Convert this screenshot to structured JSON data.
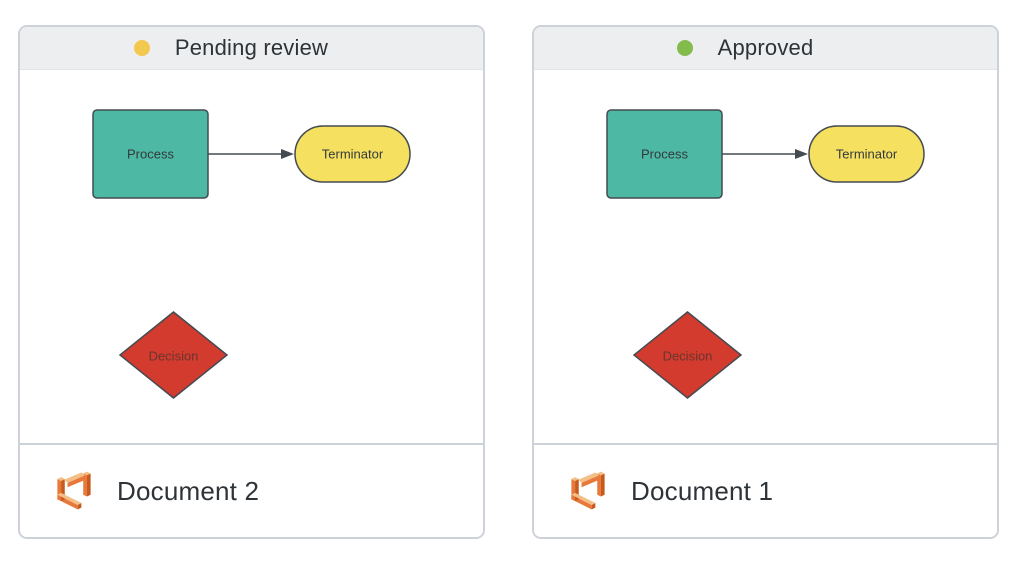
{
  "cards": [
    {
      "status": {
        "label": "Pending review",
        "dot_color": "#F2C84E"
      },
      "diagram": {
        "process_label": "Process",
        "terminator_label": "Terminator",
        "decision_label": "Decision"
      },
      "footer": {
        "title": "Document 2",
        "logo_icon": "lucid-logo"
      }
    },
    {
      "status": {
        "label": "Approved",
        "dot_color": "#83BC4A"
      },
      "diagram": {
        "process_label": "Process",
        "terminator_label": "Terminator",
        "decision_label": "Decision"
      },
      "footer": {
        "title": "Document 1",
        "logo_icon": "lucid-logo"
      }
    }
  ],
  "colors": {
    "process_fill": "#4DB8A3",
    "terminator_fill": "#F5E15F",
    "decision_fill": "#D23B2D",
    "shape_stroke": "#454B52",
    "shape_label": "#34393E",
    "decision_label_color": "#6B3530",
    "arrow": "#454B52",
    "logo_orange": "#E8793A",
    "logo_cream": "#F4BE87",
    "logo_dark": "#C75B1E",
    "header_bg": "#EDEEEF",
    "card_border": "#CDD2D9",
    "pending_dot": "#F2C84E",
    "approved_dot": "#83BC4A"
  }
}
